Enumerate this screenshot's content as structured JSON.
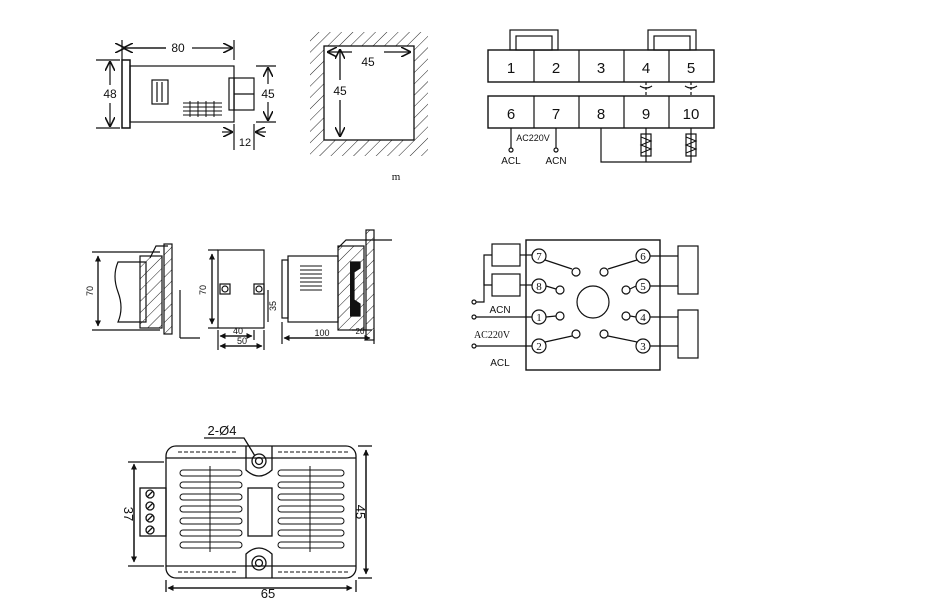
{
  "panel_front_view": {
    "dim_width": "80",
    "dim_height": "48",
    "dim_front_height": "45",
    "dim_depth": "12"
  },
  "panel_cutout": {
    "dim_width": "45",
    "dim_height": "45",
    "unit_note": "m"
  },
  "terminal_block": {
    "top_terminals": [
      "1",
      "2",
      "3",
      "4",
      "5"
    ],
    "bottom_terminals": [
      "6",
      "7",
      "8",
      "9",
      "10"
    ],
    "supply_label": "AC220V",
    "acl_label": "ACL",
    "acn_label": "ACN"
  },
  "din_mount_views": {
    "dim_left_height": "70",
    "dim_mid_height": "70",
    "dim_mid_width_inner": "40",
    "dim_mid_width_outer": "50",
    "dim_mid_side": "35",
    "dim_right_depth": "100",
    "dim_right_small": "20"
  },
  "socket_diagram": {
    "pins": [
      "7",
      "6",
      "8",
      "5",
      "1",
      "4",
      "2",
      "3"
    ],
    "acn_label": "ACN",
    "supply_label": "AC220V",
    "acl_label": "ACL"
  },
  "base_plate": {
    "holes_label": "2-Ø4",
    "dim_width": "65",
    "dim_height": "45",
    "dim_terminal_height": "37"
  }
}
